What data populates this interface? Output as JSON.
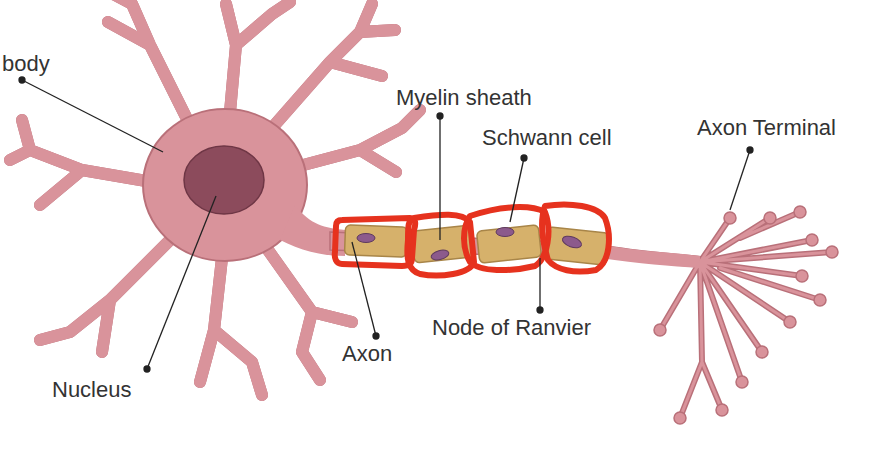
{
  "diagram": {
    "labels": [
      "body",
      "Myelin sheath",
      "Schwann cell",
      "Axon Terminal",
      "Axon",
      "Node of Ranvier",
      "Nucleus"
    ]
  }
}
